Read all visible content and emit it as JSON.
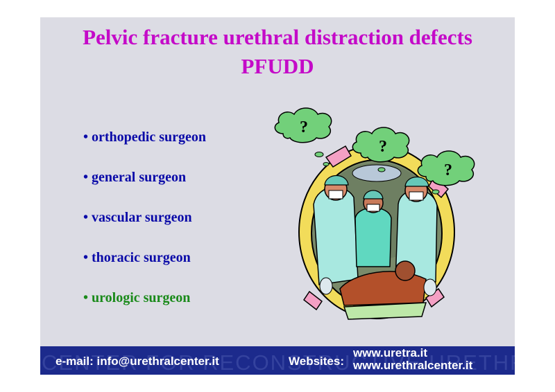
{
  "slide": {
    "title_line1": "Pelvic fracture urethral distraction defects",
    "title_line2": "PFUDD",
    "items": [
      {
        "text": "• orthopedic surgeon",
        "color": "#0a0aa8"
      },
      {
        "text": "• general surgeon",
        "color": "#0a0aa8"
      },
      {
        "text": "• vascular surgeon",
        "color": "#0a0aa8"
      },
      {
        "text": "• thoracic surgeon",
        "color": "#0a0aa8"
      },
      {
        "text": "• urologic surgeon",
        "color": "#1a8a1a"
      }
    ],
    "thought_marks": [
      "?",
      "?",
      "?"
    ]
  },
  "footer": {
    "email": "e-mail: info@urethralcenter.it",
    "websites_label": "Websites:",
    "website1": "www.uretra.it",
    "website2": "www.urethralcenter.it",
    "watermark": "CENTER FOR RECONSTRUCTIVE URETHRAL SURGERY"
  },
  "colors": {
    "title": "#c40ac8",
    "background": "#dcdce4",
    "footer": "#1c2a8c"
  }
}
